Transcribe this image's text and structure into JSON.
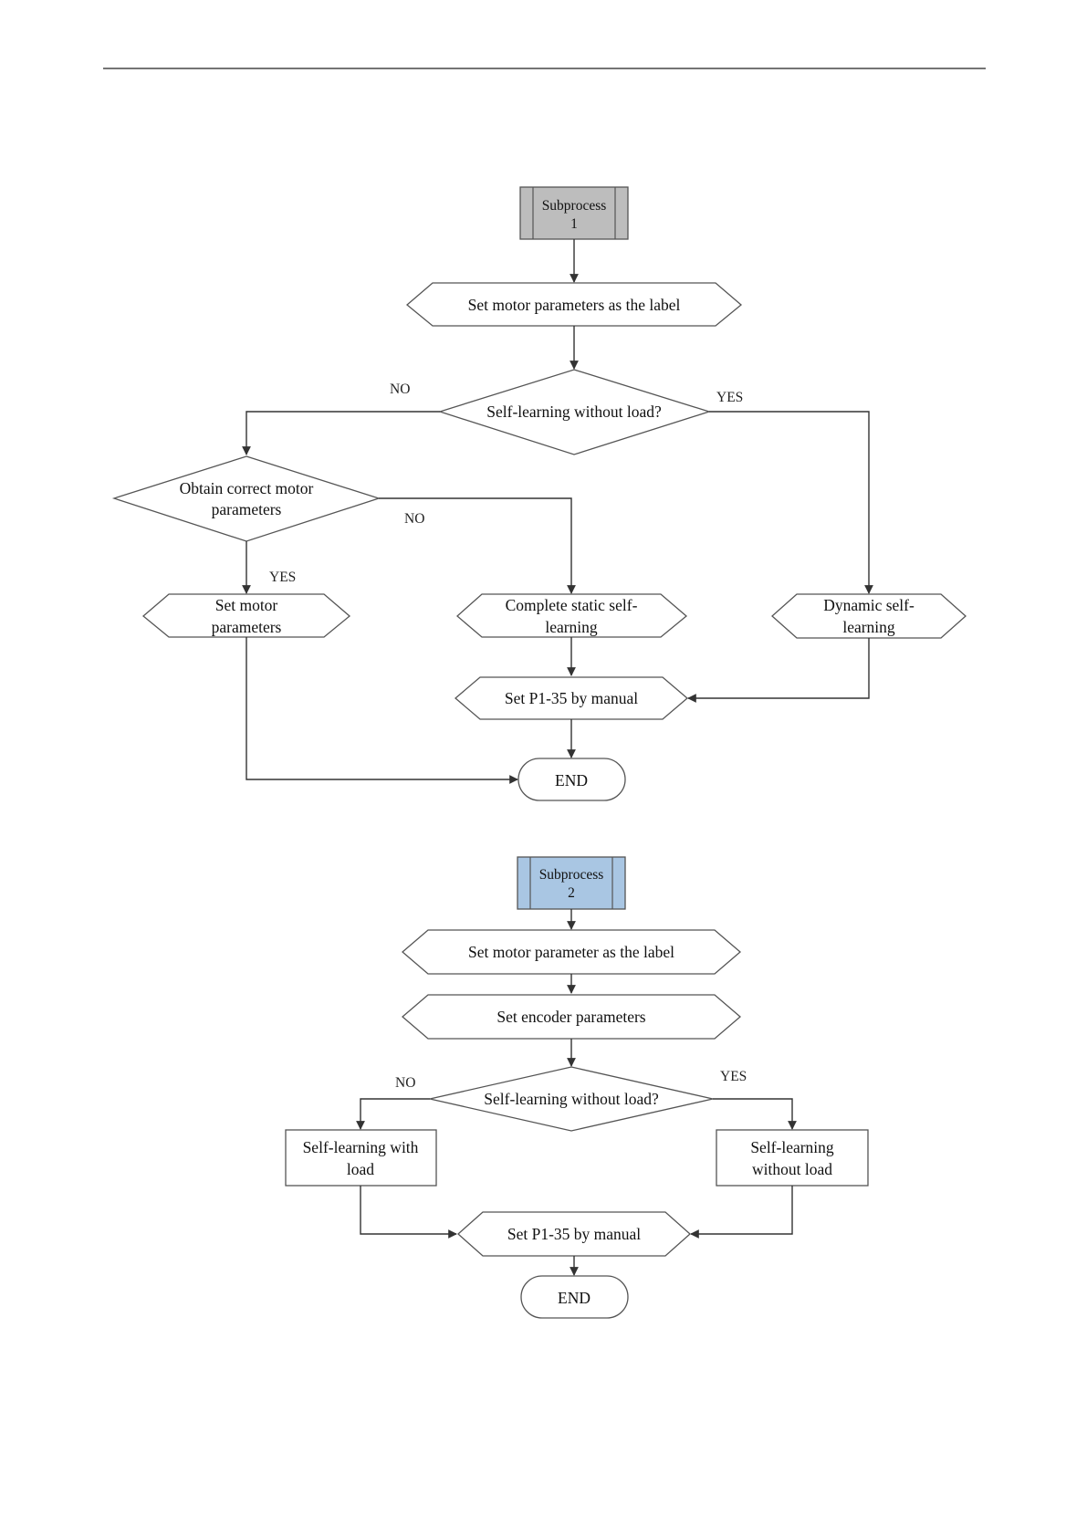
{
  "colors": {
    "subprocess1_fill": "#bdbdbd",
    "subprocess2_fill": "#a9c6e3",
    "stroke": "#555555",
    "connector": "#333333"
  },
  "flow1": {
    "start": {
      "line1": "Subprocess",
      "line2": "1"
    },
    "set_label": "Set motor parameters as the label",
    "decision": "Self-learning without load?",
    "no_label": "NO",
    "yes_label": "YES",
    "obtain": {
      "line1": "Obtain correct motor",
      "line2": "parameters"
    },
    "obtain_no": "NO",
    "obtain_yes": "YES",
    "set_motor": {
      "line1": "Set motor",
      "line2": "parameters"
    },
    "static": {
      "line1": "Complete static self-",
      "line2": "learning"
    },
    "dynamic": {
      "line1": "Dynamic self-",
      "line2": "learning"
    },
    "set_p135": "Set P1-35 by manual",
    "end": "END"
  },
  "flow2": {
    "start": {
      "line1": "Subprocess",
      "line2": "2"
    },
    "set_label": "Set motor parameter as the label",
    "set_encoder": "Set encoder parameters",
    "decision": "Self-learning without load?",
    "no_label": "NO",
    "yes_label": "YES",
    "with_load": {
      "line1": "Self-learning with",
      "line2": "load"
    },
    "without_load": {
      "line1": "Self-learning",
      "line2": "without load"
    },
    "set_p135": "Set P1-35 by manual",
    "end": "END"
  }
}
